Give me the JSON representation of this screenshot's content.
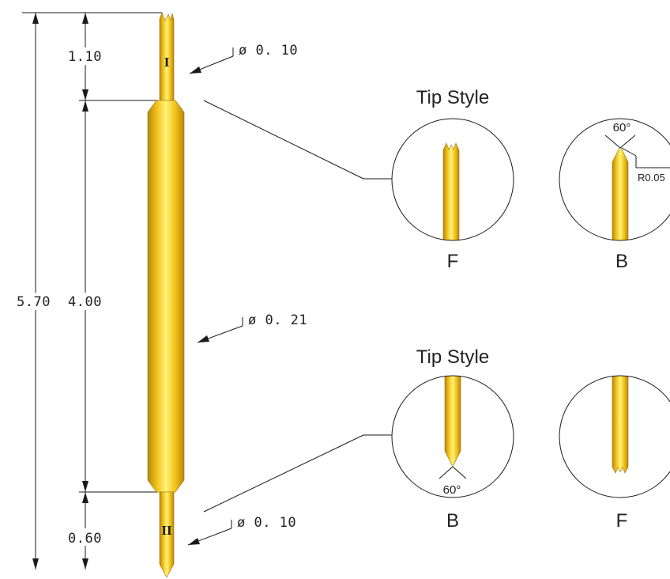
{
  "dimensions": {
    "overall_length": "5.70",
    "body_length": "4.00",
    "top_plunger_length": "1.10",
    "bottom_plunger_length": "0.60"
  },
  "callouts": {
    "top_diameter": "ø 0. 10",
    "body_diameter": "ø 0. 21",
    "bottom_diameter": "ø 0. 10"
  },
  "sections": {
    "top": "I",
    "bottom": "II"
  },
  "tip_style_top": {
    "title": "Tip Style",
    "left_letter": "F",
    "right_letter": "B",
    "angle": "60°",
    "radius": "R0.05"
  },
  "tip_style_bottom": {
    "title": "Tip Style",
    "left_letter": "B",
    "right_letter": "F",
    "angle": "60°"
  },
  "colors": {
    "gold_light": "#fff27a",
    "gold_mid": "#f2c21a",
    "gold_dark": "#b8860b",
    "line": "#1a1a1a"
  }
}
